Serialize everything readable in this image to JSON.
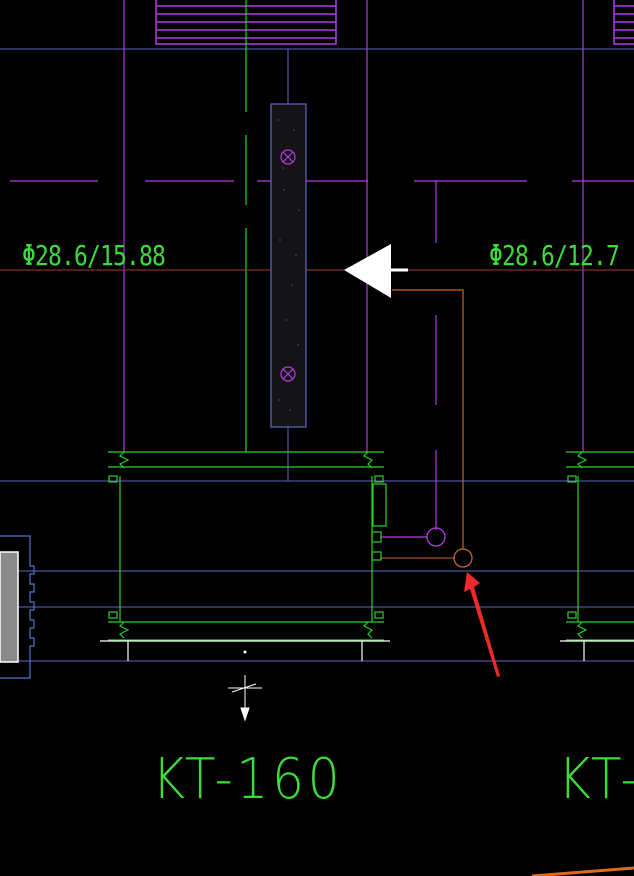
{
  "drawing": {
    "pipe_label_left": "Φ28.6/15.88",
    "pipe_label_right": "Φ28.6/12.7",
    "unit_label_left": "KT-160",
    "unit_label_right": "KT-"
  },
  "colors": {
    "background": "#000000",
    "text": "#3ddc3d",
    "outline": "#28d228",
    "magenta": "#b43cdc",
    "blue": "#6466c8",
    "pipe": "#c8642d",
    "arrow_mark": "#ee2a2a",
    "white": "#ffffff"
  }
}
